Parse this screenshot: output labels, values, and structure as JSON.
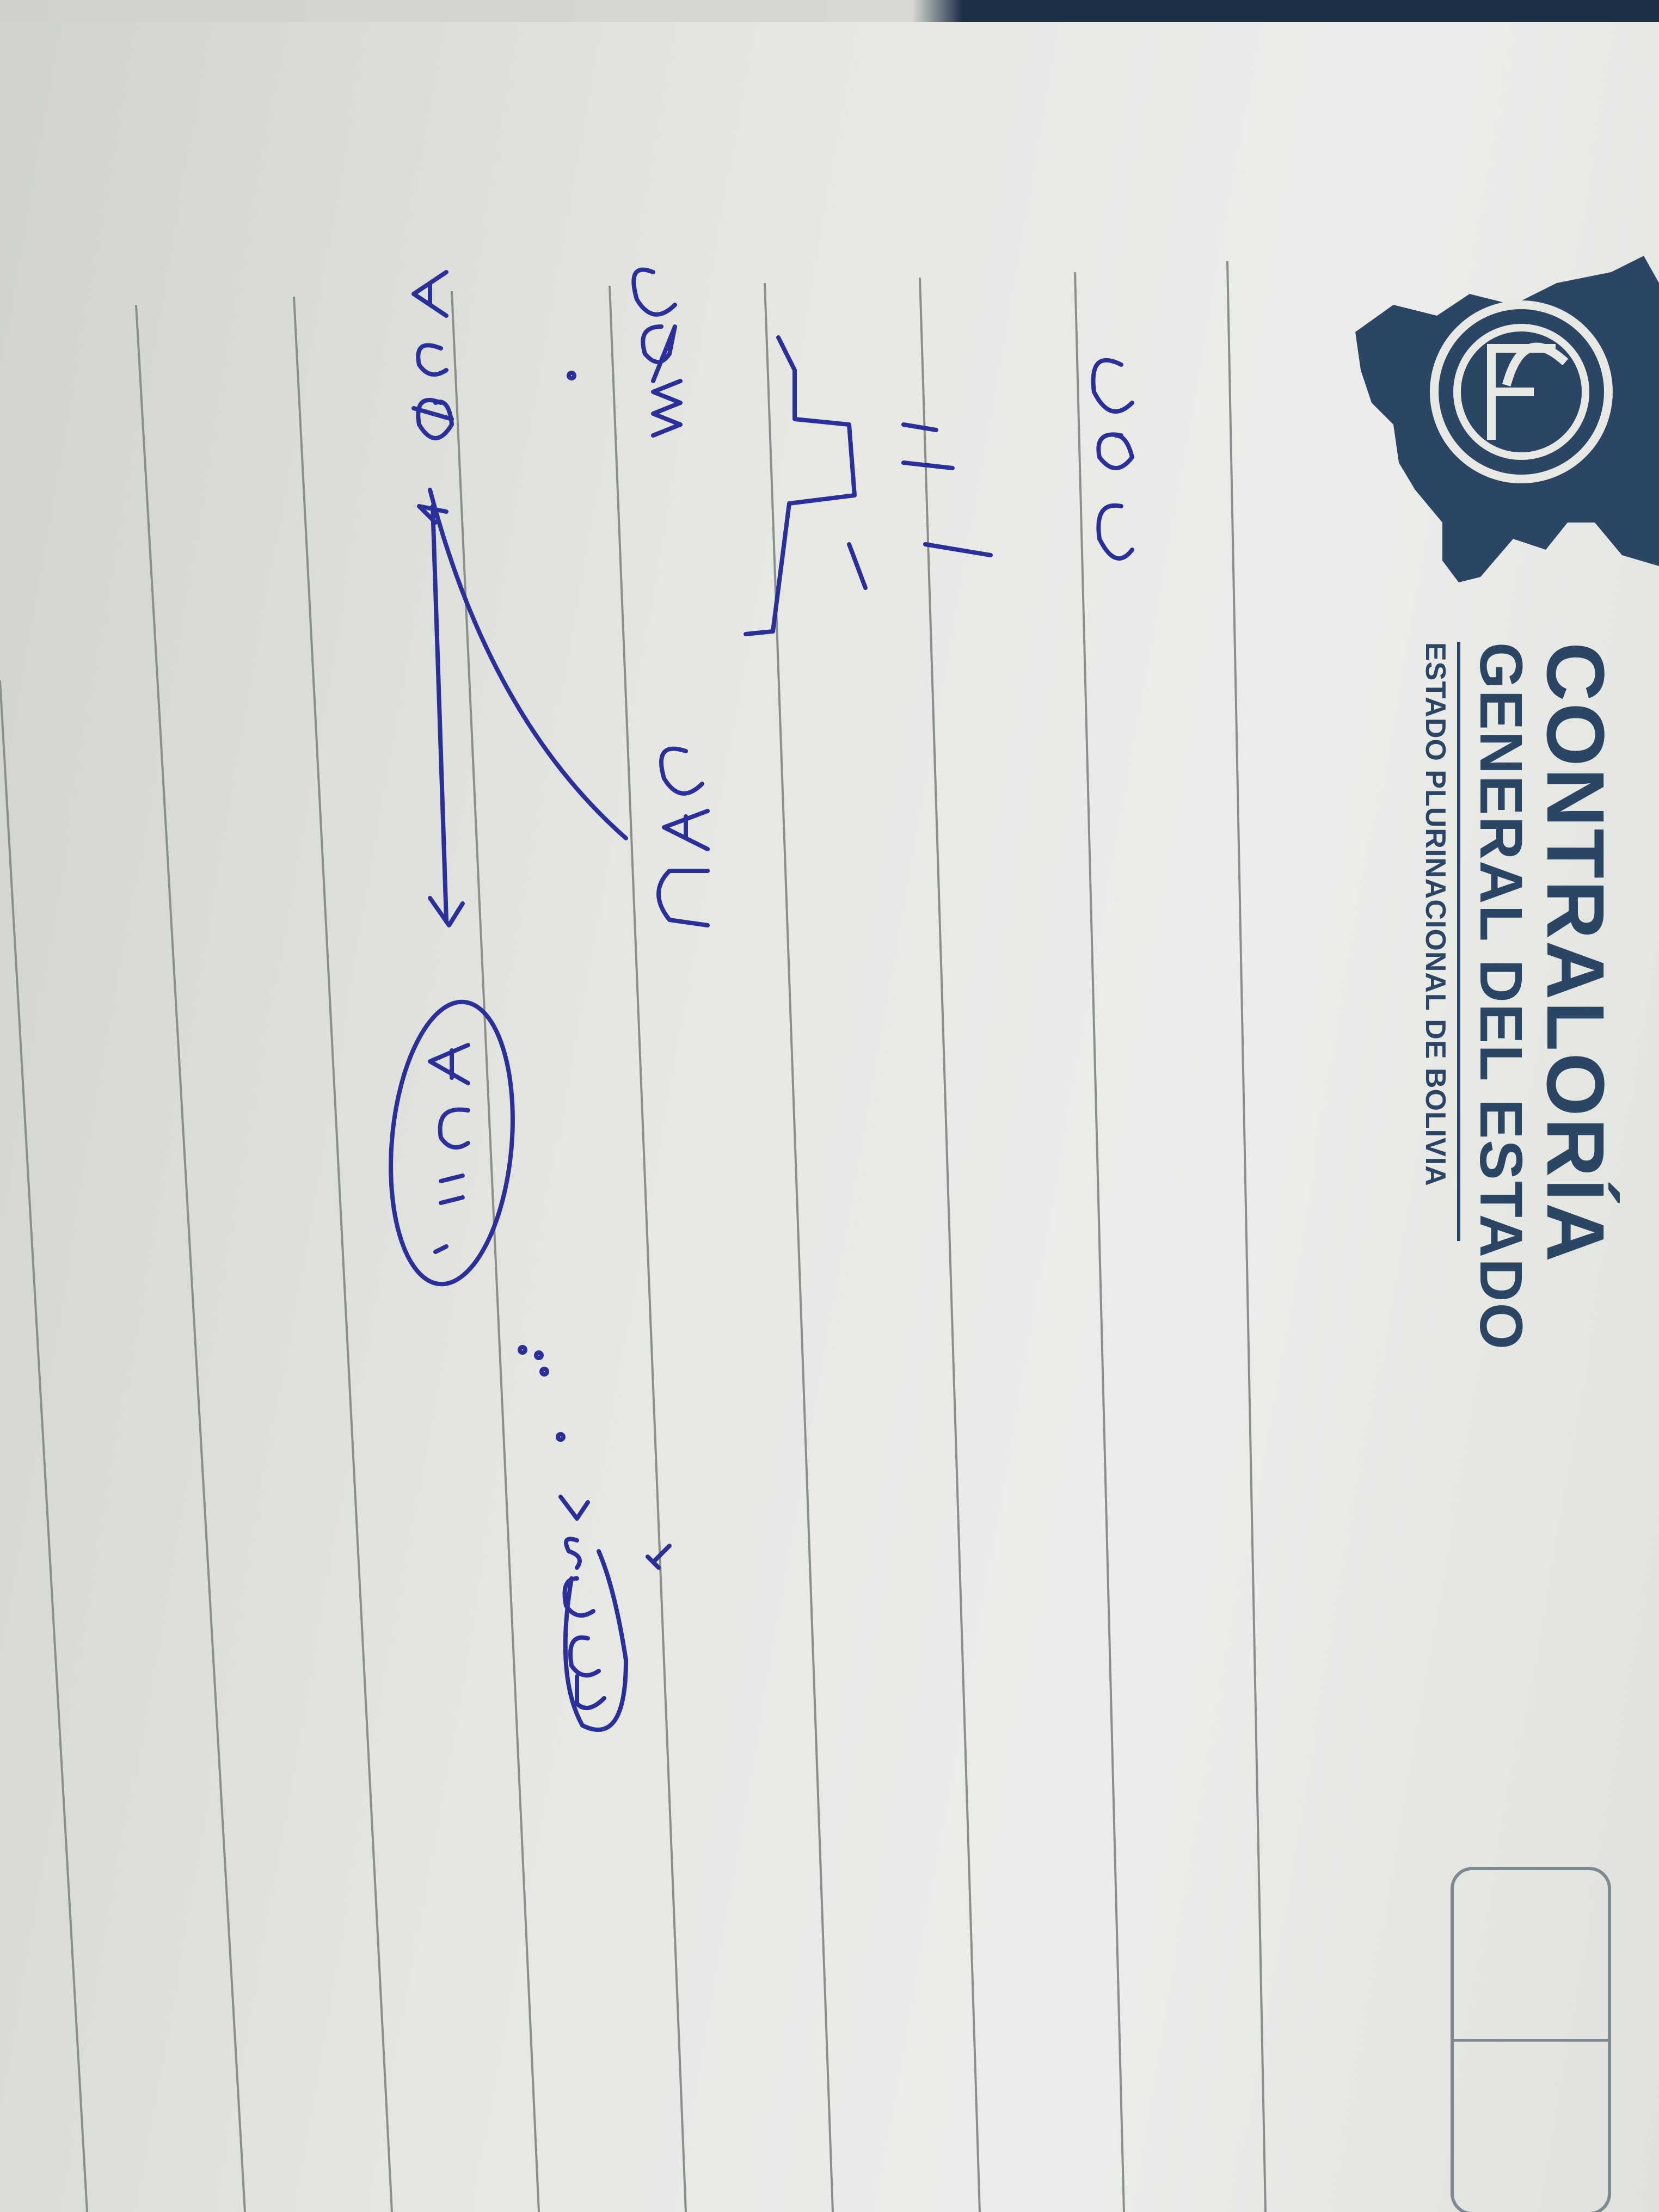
{
  "letterhead": {
    "title": "CONTRALORÍA",
    "subtitle": "GENERAL DEL ESTADO",
    "country": "ESTADO PLURINACIONAL DE BOLIVIA",
    "emblem_letters": "CGE",
    "brand_color": "#2b4564"
  },
  "handwriting": {
    "ink_color": "#2a2f9a",
    "notes": [
      "GOC",
      "Gdm",
      "GAD",
      "ACO",
      "AC...",
      "VSCUL"
    ]
  }
}
